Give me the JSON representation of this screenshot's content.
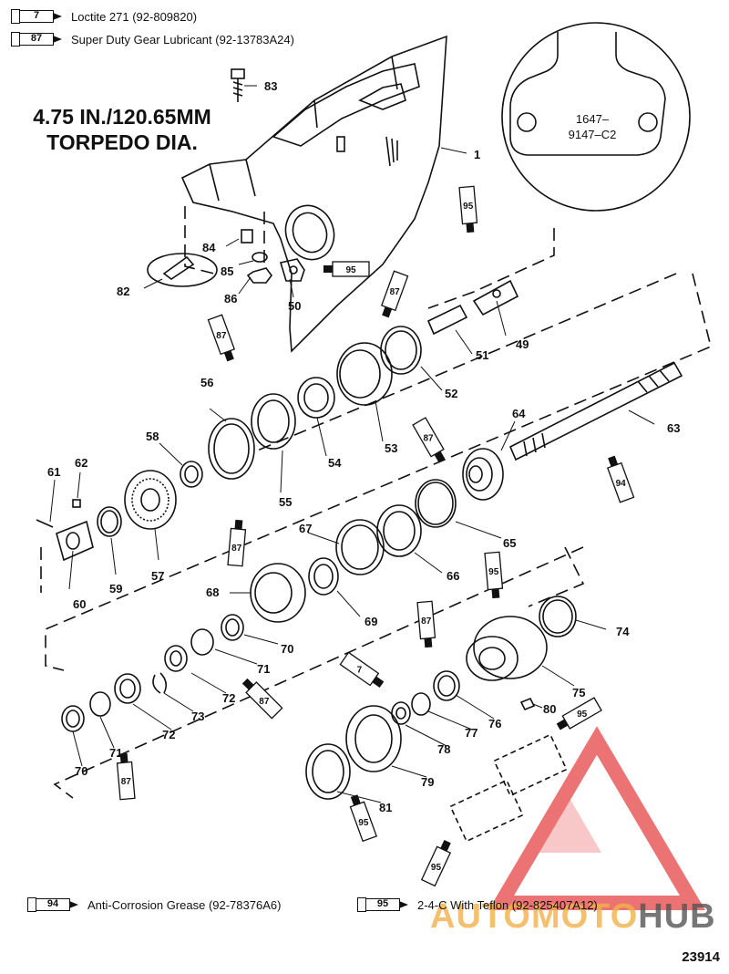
{
  "legend_top": [
    {
      "code": "7",
      "text": "Loctite 271 (92-809820)"
    },
    {
      "code": "87",
      "text": "Super Duty Gear Lubricant (92-13783A24)"
    }
  ],
  "legend_bottom": [
    {
      "code": "94",
      "text": "Anti-Corrosion Grease (92-78376A6)"
    },
    {
      "code": "95",
      "text": "2-4-C  With Teflon (92-825407A12)"
    }
  ],
  "heading": {
    "line1": "4.75 IN./120.65MM",
    "line2": "TORPEDO DIA."
  },
  "detail_label": {
    "line1": "1647–",
    "line2": "9147–C2"
  },
  "figure_id": "23914",
  "watermark": {
    "part1": "AUTOMOTO",
    "part2": "HUB",
    "color1": "#f3b14a",
    "color2": "#555555",
    "logo_color": "#e64545"
  },
  "callouts": [
    "1",
    "83",
    "84",
    "85",
    "86",
    "82",
    "50",
    "49",
    "51",
    "52",
    "53",
    "54",
    "55",
    "56",
    "58",
    "57",
    "61",
    "62",
    "60",
    "59",
    "64",
    "63",
    "65",
    "66",
    "67",
    "68",
    "69",
    "70",
    "71",
    "72",
    "73",
    "74",
    "75",
    "76",
    "77",
    "78",
    "79",
    "80",
    "81"
  ],
  "tube_codes": [
    "95",
    "87",
    "87",
    "87",
    "87",
    "94",
    "95",
    "87",
    "7",
    "95",
    "87",
    "87",
    "95",
    "95",
    "95"
  ]
}
